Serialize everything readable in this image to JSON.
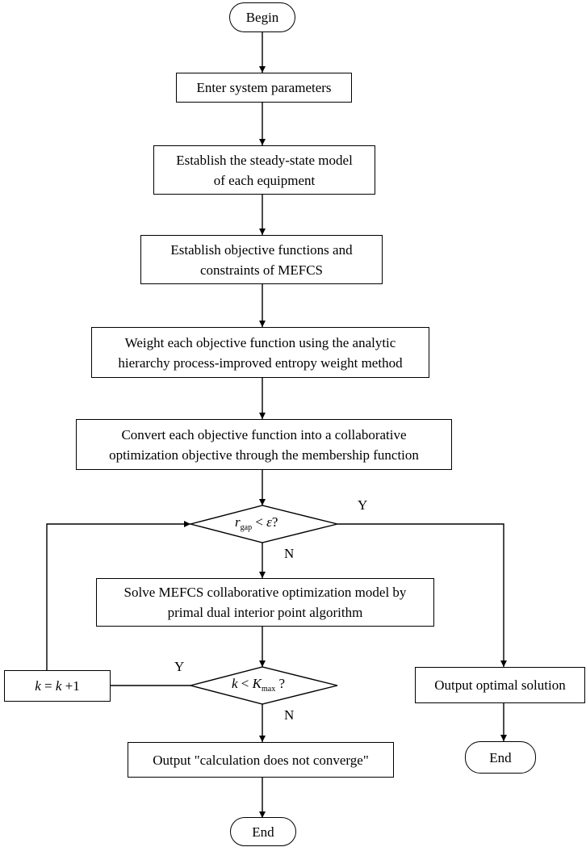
{
  "flowchart": {
    "begin": "Begin",
    "enter_params": "Enter system parameters",
    "steady_state": "Establish the steady-state model\nof each equipment",
    "objective_constraints": "Establish objective functions and\nconstraints of MEFCS",
    "weight_objectives": "Weight each objective function using the analytic\nhierarchy process-improved entropy weight method",
    "convert_objectives": "Convert each objective function into a collaborative\noptimization objective through the membership function",
    "decision_gap": {
      "var": "r",
      "sub": "gap",
      "op": "<",
      "rhs": "ε",
      "q": "?"
    },
    "solve_model": "Solve MEFCS collaborative optimization model by\nprimal dual interior point algorithm",
    "decision_k": {
      "var": "k",
      "op": "<",
      "rhs": "K",
      "sub": "max",
      "q": "?"
    },
    "increment_k": {
      "lhs": "k",
      "eq": "=",
      "rhs": "k",
      "plus": "+",
      "one": "1"
    },
    "output_nonconverge": "Output \"calculation does not converge\"",
    "output_optimal": "Output optimal solution",
    "end_left": "End",
    "end_right": "End",
    "label_y1": "Y",
    "label_n1": "N",
    "label_y2": "Y",
    "label_n2": "N"
  }
}
